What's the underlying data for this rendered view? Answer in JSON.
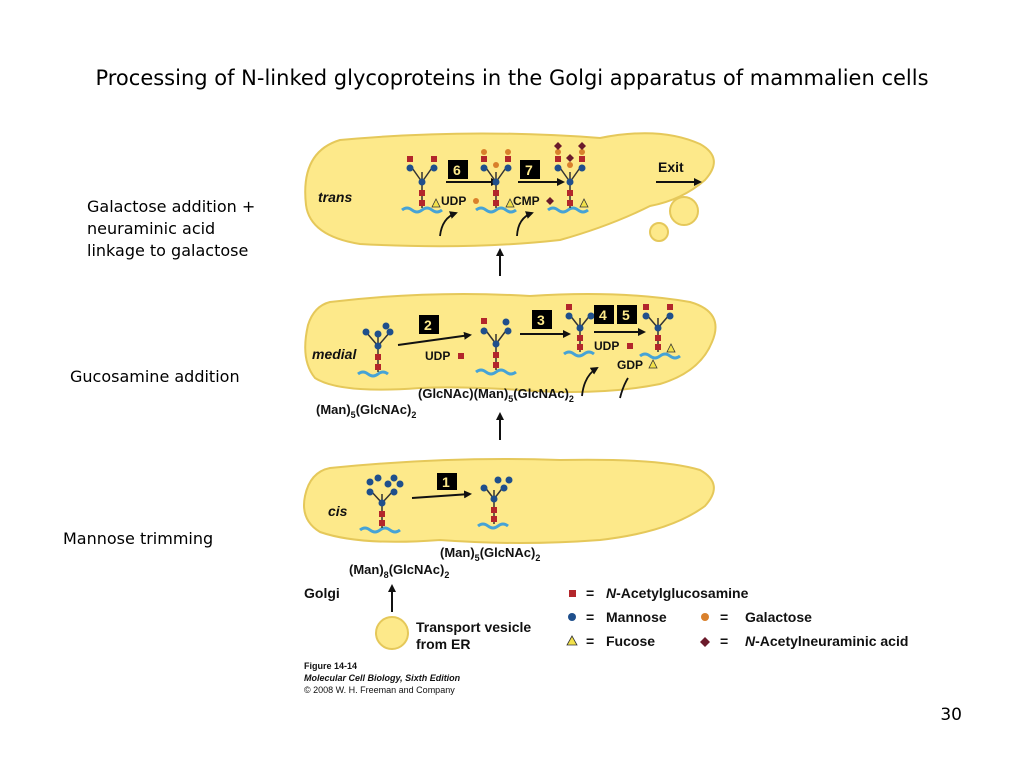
{
  "title": "Processing of N-linked glycoproteins in the Golgi apparatus of mammalien cells",
  "labels": {
    "trans": "Galactose addition + neuraminic acid linkage to galactose",
    "trans_lines": [
      "Galactose addition +",
      "neuraminic acid",
      "linkage to galactose"
    ],
    "medial": "Gucosamine addition",
    "cis": "Mannose trimming"
  },
  "page_number": "30",
  "colors": {
    "cisterna_fill": "#fde98a",
    "cisterna_stroke": "#e5c85a",
    "glcnac": "#b3262b",
    "mannose": "#1f4f8c",
    "galactose": "#d9802c",
    "neuraminic": "#6b1a2b",
    "fucose": "#f2e14a",
    "protein": "#46a3d6",
    "step_box": "#000000"
  },
  "figure": {
    "compartments": {
      "trans": "trans",
      "medial": "medial",
      "cis": "cis"
    },
    "exit": "Exit",
    "golgi": "Golgi",
    "vesicle": [
      "Transport vesicle",
      "from ER"
    ],
    "steps": [
      "1",
      "2",
      "3",
      "4",
      "5",
      "6",
      "7"
    ],
    "donors": {
      "udp_trans": "UDP",
      "cmp": "CMP",
      "udp_medial": "UDP",
      "udp_medial2": "UDP",
      "gdp": "GDP"
    },
    "formulas": {
      "man8": {
        "a": "(Man)",
        "a_sub": "8",
        "b": "(GlcNAc)",
        "b_sub": "2"
      },
      "man5_cis": {
        "a": "(Man)",
        "a_sub": "5",
        "b": "(GlcNAc)",
        "b_sub": "2"
      },
      "man5_medial": {
        "a": "(Man)",
        "a_sub": "5",
        "b": "(GlcNAc)",
        "b_sub": "2"
      },
      "glcnac_man5": {
        "a": "(GlcNAc)(Man)",
        "a_sub": "5",
        "b": "(GlcNAc)",
        "b_sub": "2"
      }
    },
    "legend": {
      "equals": "=",
      "glcnac": "N-Acetylglucosamine",
      "mannose": "Mannose",
      "galactose": "Galactose",
      "fucose": "Fucose",
      "neuraminic": "N-Acetylneuraminic acid",
      "n_prefix": "N",
      "glcnac_rest": "-Acetylglucosamine",
      "neuraminic_rest": "-Acetylneuraminic acid"
    },
    "caption": [
      "Figure 14-14",
      "Molecular Cell Biology, Sixth Edition",
      "© 2008 W. H. Freeman and Company"
    ]
  }
}
